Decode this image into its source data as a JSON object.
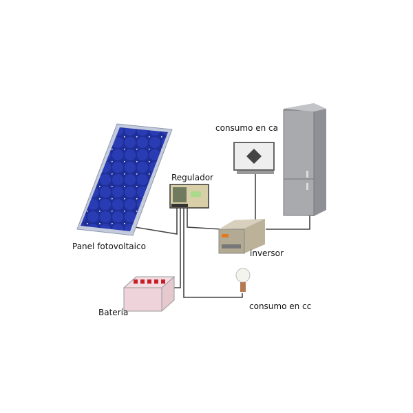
{
  "labels": {
    "panel": "Panel fotovoltaico",
    "regulator": "Regulador",
    "ac_load": "consumo en ca",
    "inverter": "inversor",
    "dc_load": "consumo en cc",
    "battery": "Batería"
  },
  "colors": {
    "panel_cells": "#1f2f9a",
    "panel_frame": "#b9c3d6",
    "wire": "#444444",
    "fridge": "#a9aaae",
    "inverter": "#c9bfa6",
    "battery": "#efd3da",
    "battery_terminals": "#c5202a"
  }
}
